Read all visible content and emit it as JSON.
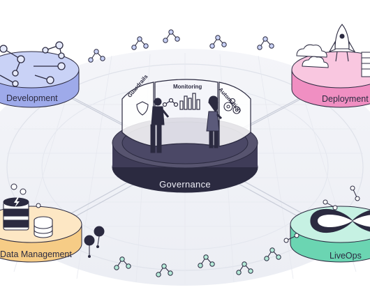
{
  "platforms": {
    "development": {
      "label": "Development",
      "color": "#b9c3f3"
    },
    "deployment": {
      "label": "Deployment",
      "color": "#f7b7d8"
    },
    "data_management": {
      "label": "Data Management",
      "color": "#fbe3b8"
    },
    "liveops": {
      "label": "LiveOps",
      "color": "#b3ecd8"
    }
  },
  "governance": {
    "label": "Governance",
    "panels": {
      "guardrails": "Guardrails",
      "monitoring": "Monitoring",
      "automation": "Automation"
    },
    "color": "#3f3c58"
  },
  "accents": {
    "outline": "#2b2a40",
    "node_blue": "#c9d2f6",
    "node_pink": "#f5c4dc",
    "node_teal": "#b5ead8",
    "grid": "#e6e8ef"
  },
  "icons": [
    "molecule-icon",
    "rocket-icon",
    "cloud-icon",
    "database-icon",
    "infinity-icon",
    "shield-icon",
    "chart-icon",
    "gears-icon",
    "person-icon",
    "server-rack-icon",
    "lightning-icon"
  ]
}
